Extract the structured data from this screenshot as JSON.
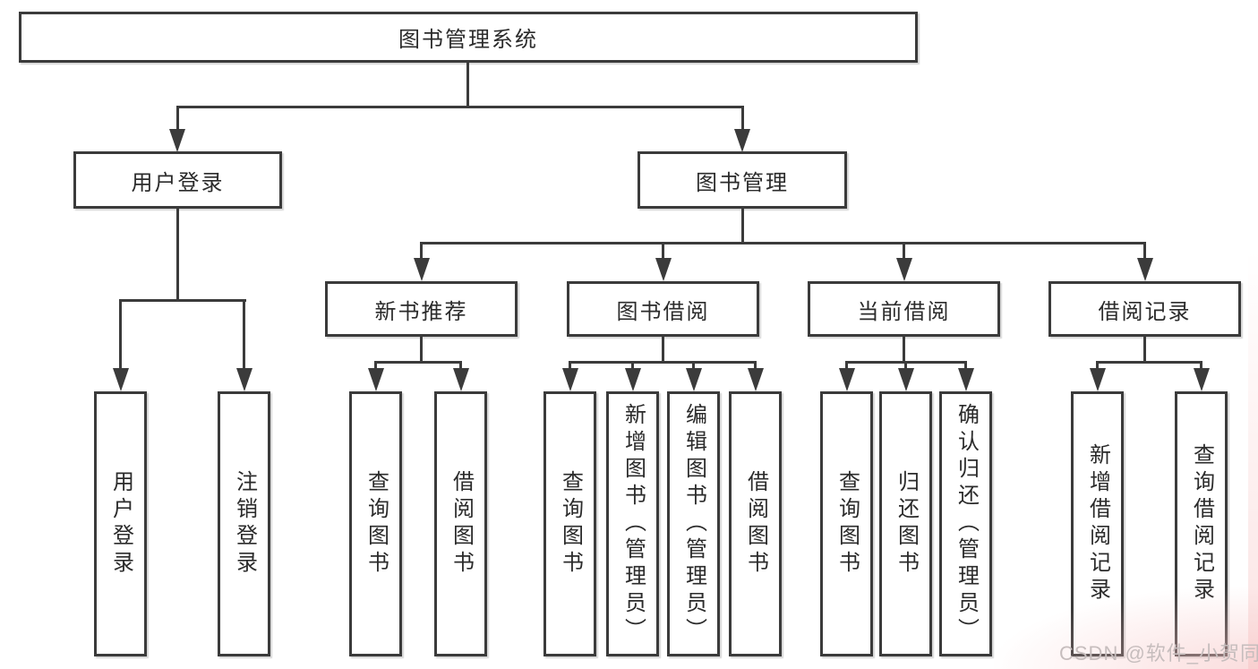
{
  "nodes": {
    "root": "图书管理系统",
    "user_login": "用户登录",
    "book_mgmt": "图书管理",
    "new_books": "新书推荐",
    "book_borrow": "图书借阅",
    "current_borrow": "当前借阅",
    "borrow_record": "借阅记录",
    "leaf_user_login": "用户登录",
    "leaf_logout": "注销登录",
    "leaf_query1": "查询图书",
    "leaf_borrow1": "借阅图书",
    "leaf_query2": "查询图书",
    "leaf_add_admin": "新增图书（管理员）",
    "leaf_edit_admin": "编辑图书（管理员）",
    "leaf_borrow2": "借阅图书",
    "leaf_query3": "查询图书",
    "leaf_return": "归还图书",
    "leaf_confirm_admin": "确认归还（管理员）",
    "leaf_add_record": "新增借阅记录",
    "leaf_query_record": "查询借阅记录"
  },
  "watermark": "CSDN @软件_小贺同学",
  "colors": {
    "line": "#3b3b3b",
    "text": "#2b2b2b",
    "watermark": "#c6bdbd",
    "corner_tint": "#f6c0c0"
  }
}
